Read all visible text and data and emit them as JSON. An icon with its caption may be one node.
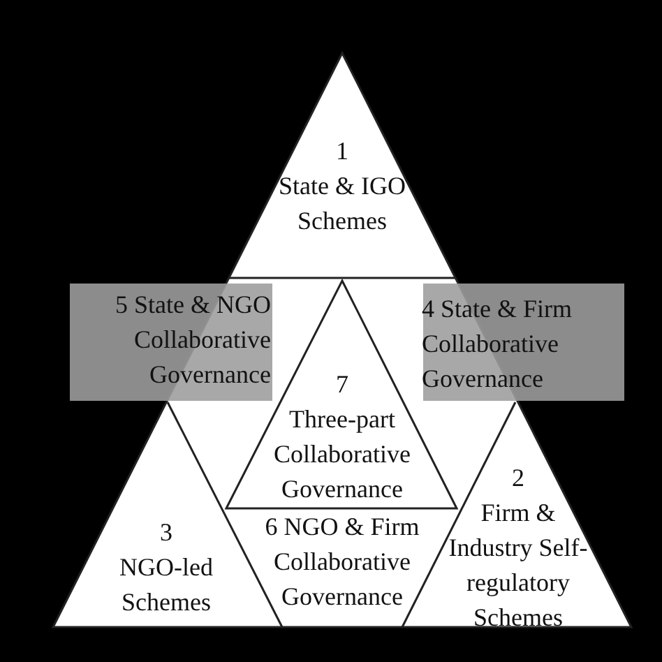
{
  "diagram": {
    "nodes": [
      {
        "text": [
          "1",
          "State & IGO Schemes"
        ]
      },
      {
        "text": [
          "5 State & NGO Collaborative Governance"
        ]
      },
      {
        "text": [
          "4 State & Firm Collaborative Governance"
        ]
      },
      {
        "text": [
          "7",
          "Three-part Collaborative Governance"
        ]
      },
      {
        "text": [
          "2",
          "Firm & Industry Self-regulatory Schemes"
        ]
      },
      {
        "text": [
          "3",
          "NGO-led Schemes"
        ]
      },
      {
        "text": [
          "6 NGO & Firm Collaborative Governance"
        ]
      }
    ]
  }
}
